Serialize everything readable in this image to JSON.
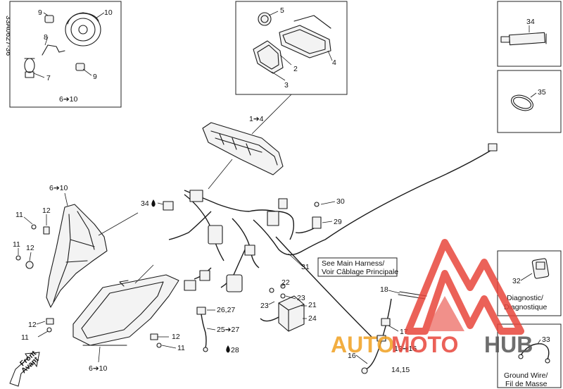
{
  "drawing_id": "33A0627-36",
  "front_label": [
    "Front",
    "Avant"
  ],
  "kits": {
    "headlamp_kit": "6➔10",
    "gauge_kit": "1➔4",
    "headlamp_left": "6➔10",
    "headlamp_bottom": "6➔10"
  },
  "callouts": {
    "c2": "2",
    "c3": "3",
    "c4": "4",
    "c5": "5",
    "c7": "7",
    "c8": "8",
    "c9a": "9",
    "c9b": "9",
    "c10": "10",
    "c11a": "11",
    "c11b": "11",
    "c11c": "11",
    "c11d": "11",
    "c12a": "12",
    "c12b": "12",
    "c12c": "12",
    "c12d": "12",
    "c16": "16",
    "c17": "17",
    "c18": "18",
    "c21": "21",
    "c22": "22",
    "c23a": "23",
    "c23b": "23",
    "c24": "24",
    "c26_27": "26,27",
    "c25_27": "25➔27",
    "c28": "28",
    "c29": "29",
    "c30": "30",
    "c31": "31",
    "c32": "32",
    "c33": "33",
    "c34_main": "34",
    "c34_box": "34",
    "c35": "35",
    "c13_16": "13➔16",
    "c14_15": "14,15"
  },
  "notes": {
    "main_harness": [
      "See Main Harness/",
      "Voir Câblage Principale"
    ],
    "diagnostic": [
      "Diagnostic/",
      "Diagnostique"
    ],
    "ground_wire": [
      "Ground Wire/",
      "Fil de Masse"
    ]
  },
  "watermark": {
    "auto": "AUTO",
    "moto": "MOTO",
    "hub": "HUB",
    "accent": "#e8463c",
    "grey": "#555555",
    "orange": "#f0a020"
  },
  "icons": {
    "drop": "drop-icon (lubricant/sealant)"
  }
}
